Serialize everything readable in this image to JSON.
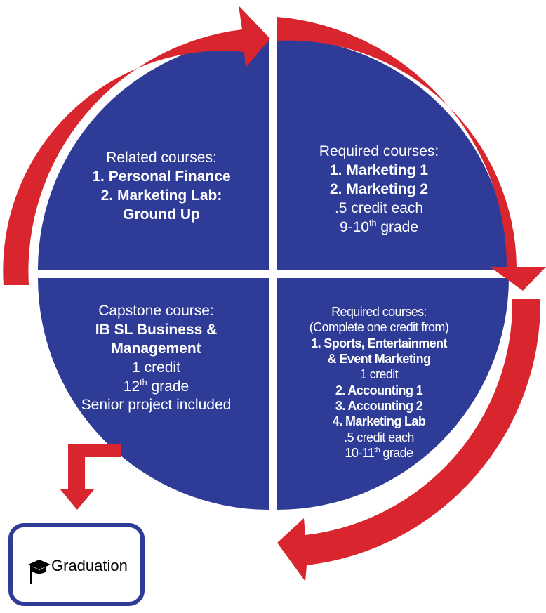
{
  "colors": {
    "navy": "#2e3b97",
    "red": "#d9252d",
    "white": "#ffffff"
  },
  "quadrants": {
    "top_left": {
      "heading": "Related courses:",
      "items": [
        "1. Personal Finance",
        "2. Marketing Lab:",
        "Ground Up"
      ]
    },
    "top_right": {
      "heading": "Required courses:",
      "items": [
        "1. Marketing 1",
        "2. Marketing 2"
      ],
      "credit": ".5 credit each",
      "grade_num": "9-10",
      "grade_sup": "th",
      "grade_suffix": " grade"
    },
    "bottom_left": {
      "heading": "Capstone course:",
      "title_lines": [
        "IB SL Business &",
        "Management"
      ],
      "credit": "1 credit",
      "grade_num": "12",
      "grade_sup": "th",
      "grade_suffix": " grade",
      "note": "Senior project included"
    },
    "bottom_right": {
      "heading": "Required courses:",
      "subheading": "(Complete one credit from)",
      "item1_lines": [
        "1. Sports, Entertainment",
        "& Event Marketing"
      ],
      "item1_credit": "1 credit",
      "items": [
        "2. Accounting 1",
        "3. Accounting 2",
        "4. Marketing Lab"
      ],
      "credit": ".5 credit each",
      "grade_num": "10-11",
      "grade_sup": "th",
      "grade_suffix": " grade"
    }
  },
  "graduation": {
    "label": "Graduation",
    "icon": "graduation-cap-icon"
  }
}
